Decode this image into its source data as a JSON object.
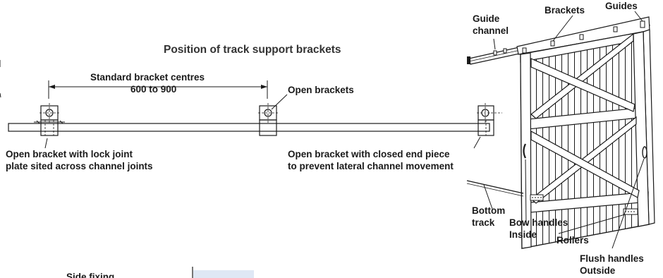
{
  "title": "Position of track support brackets",
  "labels": {
    "standard_centres_line1": "Standard bracket centres",
    "standard_centres_line2": "600 to 900",
    "open_brackets": "Open brackets",
    "lock_joint_line1": "Open bracket with lock joint",
    "lock_joint_line2": "plate sited across channel joints",
    "closed_end_line1": "Open bracket with closed end piece",
    "closed_end_line2": "to prevent lateral channel movement",
    "guide_channel_line1": "Guide",
    "guide_channel_line2": "channel",
    "brackets": "Brackets",
    "guides": "Guides",
    "bottom_track_line1": "Bottom",
    "bottom_track_line2": "track",
    "bow_handles_line1": "Bow handles",
    "bow_handles_line2": "Inside",
    "rollers": "Rollers",
    "flush_handles_line1": "Flush handles",
    "flush_handles_line2": "Outside",
    "side_fixing": "Side fixing"
  },
  "colors": {
    "line": "#1a1a1a",
    "title": "#333333",
    "panel": "#dfe8f5",
    "background": "#ffffff"
  }
}
